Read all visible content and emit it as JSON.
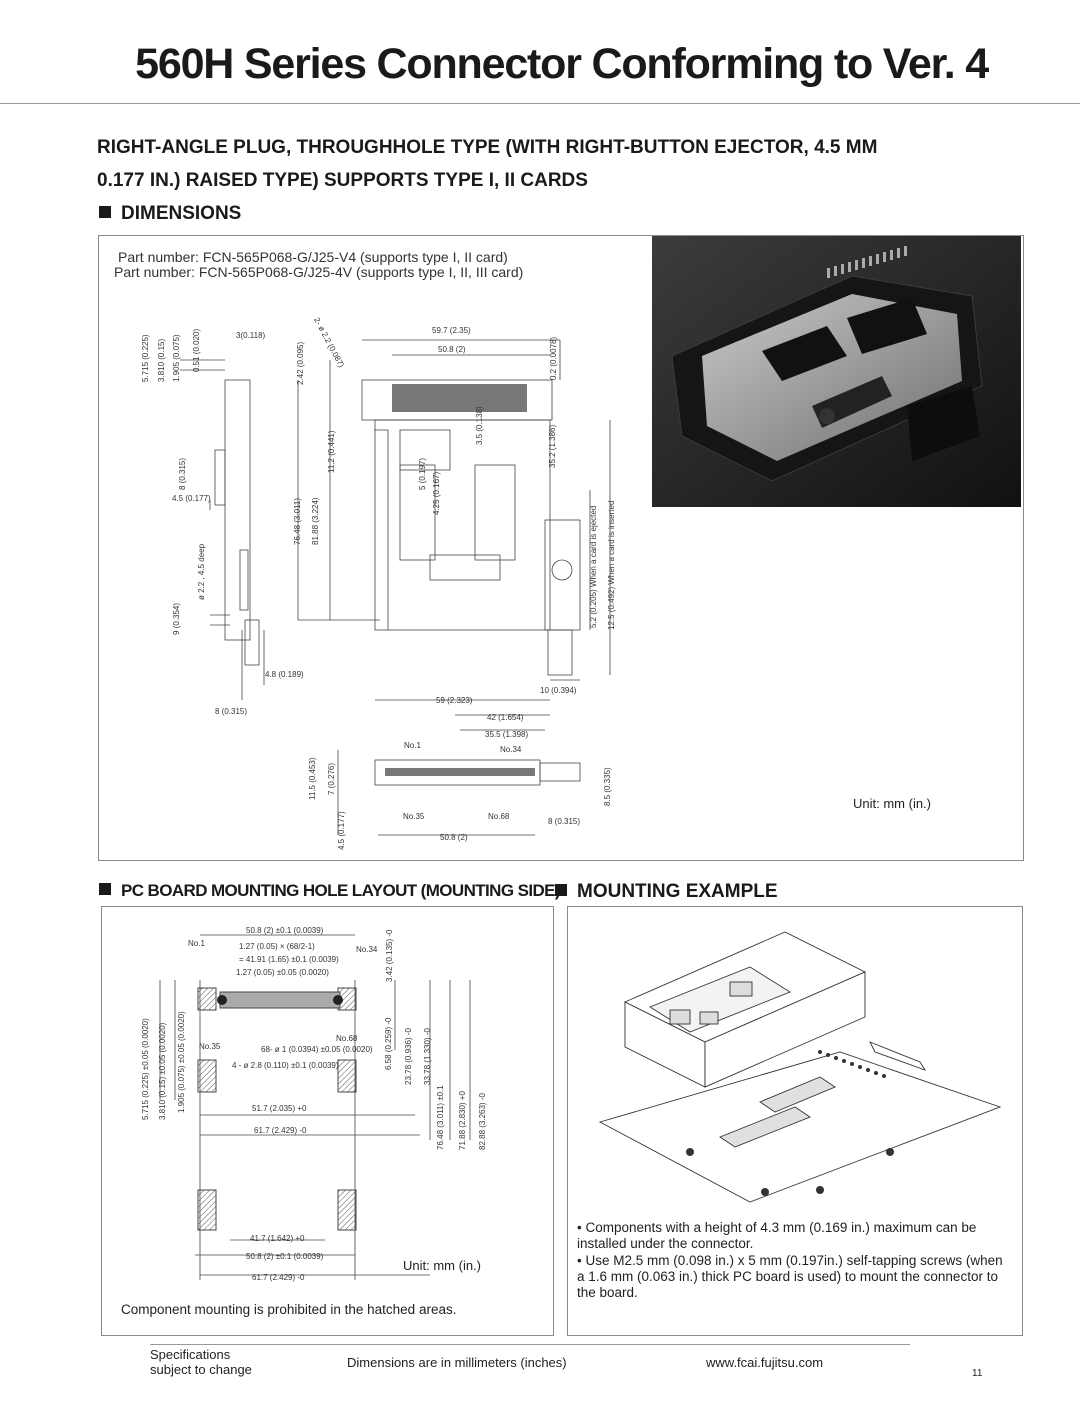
{
  "header": {
    "title": "560H Series Connector Conforming to Ver. 4"
  },
  "section": {
    "heading_line1": "RIGHT-ANGLE PLUG, THROUGHHOLE TYPE (WITH RIGHT-BUTTON EJECTOR, 4.5 MM",
    "heading_line2": "0.177 IN.) RAISED TYPE) SUPPORTS TYPE I, II CARDS"
  },
  "dimensions": {
    "heading": "DIMENSIONS",
    "part_lines": [
      "Part number: FCN-565P068-G/J25-V4 (supports type I, II card)",
      "Part number: FCN-565P068-G/J25-4V (supports type I, II, III card)"
    ],
    "unit": "Unit:  mm (in.)",
    "labels": {
      "d5715": "5.715 (0.225)",
      "d3810": "3.810 (0.15)",
      "d1905": "1.905 (0.075)",
      "d051": "0.51 (0.020)",
      "d3": "3(0.118)",
      "d8v": "8\n(0.315)",
      "d45": "4.5 (0.177)",
      "d22": "ø 2.2 , 4.5 deep",
      "d9": "9 (0.354)",
      "d48": "4.8 (0.189)",
      "d8h": "8 (0.315)",
      "d242": "2.42\n(0.095)",
      "d7648": "76.48 (3.011)",
      "d8188": "81.88 (3.224)",
      "d112": "11.2 (0.441)",
      "dphi": "2- ø 2.2 (0.087)",
      "d597": "59.7 (2.35)",
      "d508": "50.8 (2)",
      "d35": "3.5\n(0.138)",
      "d5": "5 (0.197)",
      "d425": "4.25 (0.167)",
      "d02": "0.2 (0.0078)",
      "d352": "35.2 (1.386)",
      "d52": "5.2 (0.205)  When a card is ejected",
      "d125": "12.5 (0.492)  When a card is inserted",
      "d10": "10 (0.394)",
      "d59": "59 (2.323)",
      "d42": "42 (1.654)",
      "d355": "35.5 (1.398)",
      "no1": "No.1",
      "no34": "No.34",
      "no35": "No.35",
      "no68": "No.68",
      "d115": "11.5 (0.453)",
      "d7": "7\n(0.276)",
      "d45b": "4.5 (0.177)",
      "d85": "8.5 (0.335)",
      "d8c": "8 (0.315)",
      "d508b": "50.8 (2)"
    }
  },
  "pcb_layout": {
    "heading": "PC BOARD MOUNTING HOLE LAYOUT (MOUNTING SIDE)",
    "unit": "Unit:  mm (in.)",
    "footnote": "Component mounting is prohibited in the hatched areas.",
    "labels": {
      "a508": "50.8 (2) ±0.1 (0.0039)",
      "no1": "No.1",
      "a127": "1.27 (0.05) × (68/2-1)",
      "a4191": "= 41.91 (1.65) ±0.1 (0.0039)",
      "a127b": "1.27 (0.05) ±0.05 (0.0020)",
      "no34": "No.34",
      "no68": "No.68",
      "no35": "No.35",
      "a68": "68- ø 1 (0.0394) ±0.05 (0.0020)",
      "a4": "4 - ø  2.8 (0.110) ±0.1 (0.0039)",
      "a517": "51.7 (2.035) +0",
      "a617": "61.7 (2.429) -0",
      "a417": "41.7 (1.642) +0",
      "a508b": "50.8 (2) ±0.1 (0.0039)",
      "a617b": "61.7 (2.429) -0",
      "v5715": "5.715 (0.225) ±0.05 (0.0020)",
      "v3810": "3.810 (0.15) ±0.05 (0.0020)",
      "v1905": "1.905 (0.075) ±0.05 (0.0020)",
      "v342": "3.42 (0.135) -0",
      "v658": "6.58 (0.259) -0",
      "v2378": "23.78 (0.936) -0",
      "v3378": "33.78 (1.330) -0",
      "v7648": "76.48 (3.011) ±0.1",
      "v7188": "71.88 (2.830) +0",
      "v8288": "82.88 (3.263) -0"
    }
  },
  "mounting": {
    "heading": "MOUNTING EXAMPLE",
    "notes": [
      "Components with a height of 4.3 mm (0.169 in.) maximum can be installed under the connector.",
      "Use M2.5 mm (0.098 in.) x 5 mm (0.197in.) self-tapping screws (when a 1.6 mm (0.063 in.) thick PC board is used) to mount the connector to the board."
    ]
  },
  "footer": {
    "spec_line1": "Specifications",
    "spec_line2": "subject to change",
    "center": "Dimensions are in millimeters (inches)",
    "url": "www.fcai.fujitsu.com",
    "page": "11"
  }
}
